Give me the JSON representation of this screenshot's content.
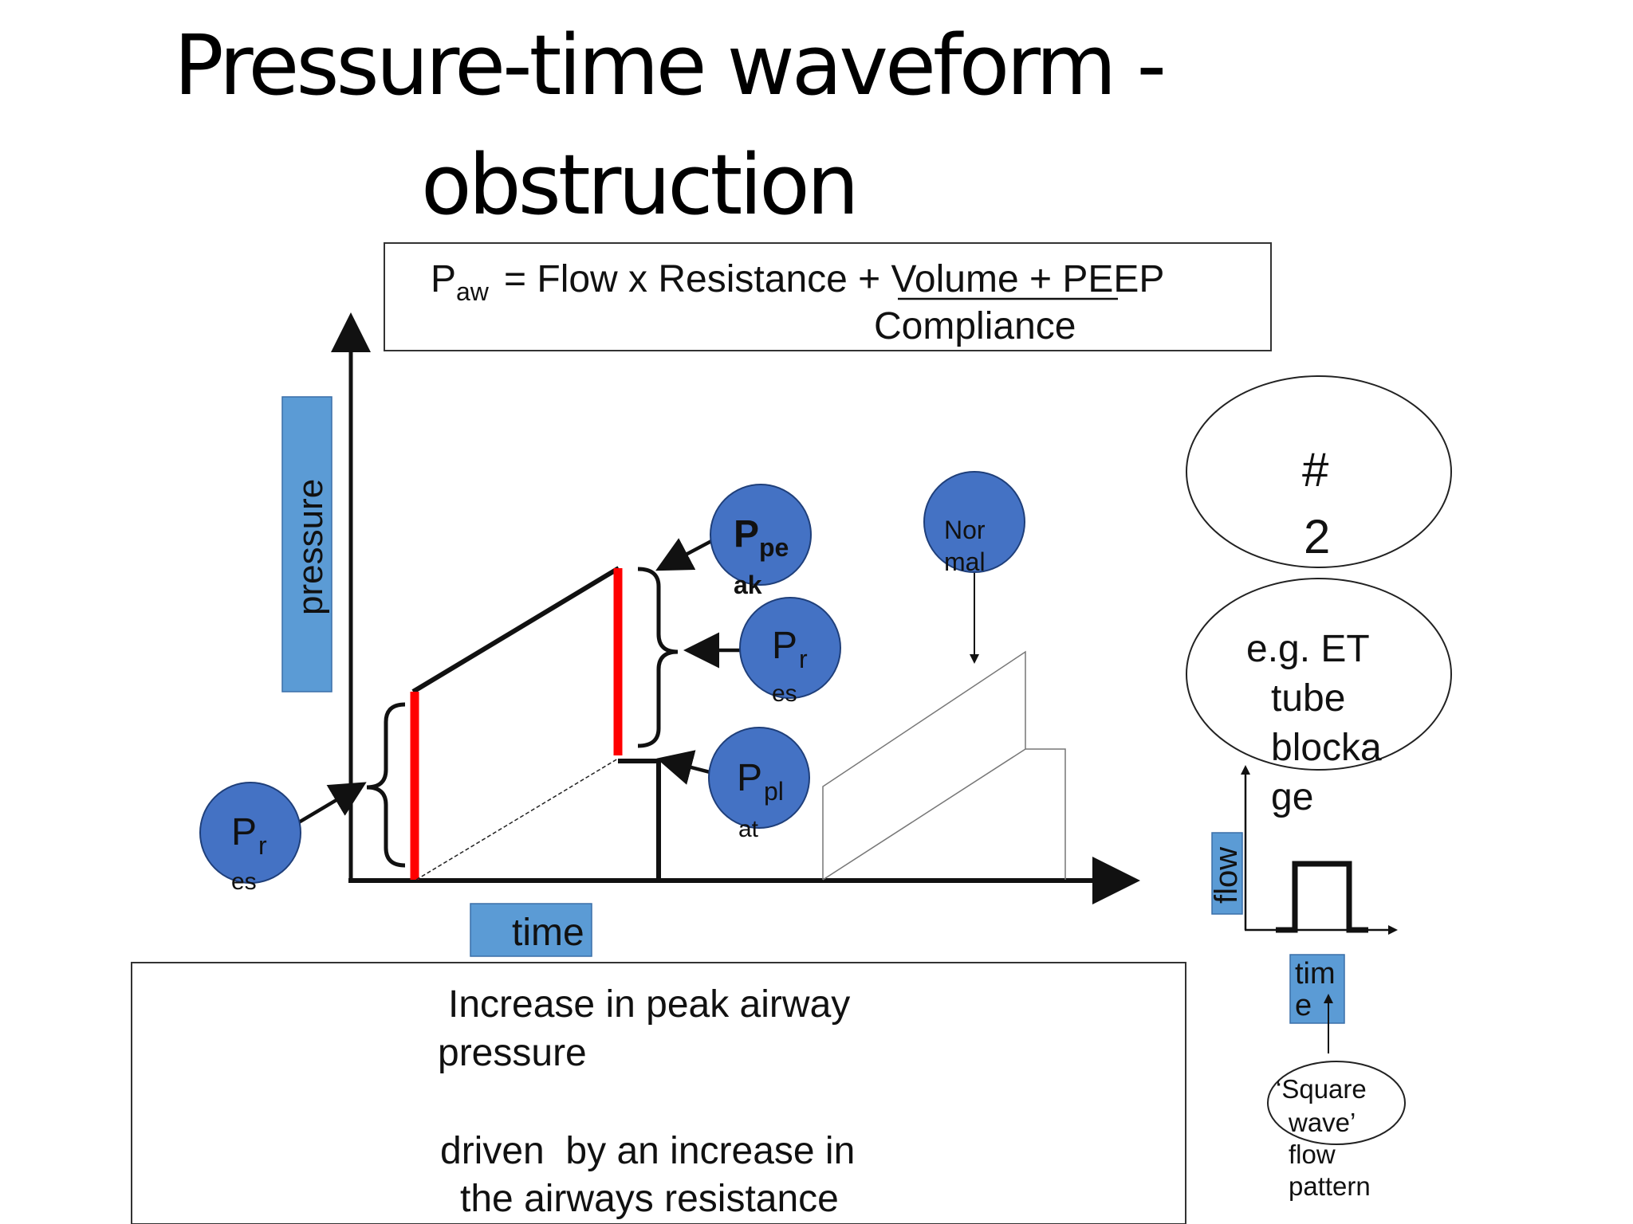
{
  "title": {
    "line1": "Pressure-time waveform -",
    "line2": "obstruction"
  },
  "equation": {
    "p": "P",
    "p_sub": "aw",
    "rest": "= Flow x Resistance + Volume + PEEP",
    "denominator": "Compliance"
  },
  "axes": {
    "y_label": "pressure",
    "x_label": "time"
  },
  "bubbles": {
    "peak_main": "P",
    "peak_sub": "pe",
    "peak_tail": "ak",
    "res_upper_main": "P",
    "res_upper_sub": "r",
    "res_upper_tail": "es",
    "plat_main": "P",
    "plat_sub": "pl",
    "plat_tail": "at",
    "res_lower_main": "P",
    "res_lower_sub": "r",
    "res_lower_tail": "es",
    "normal_line1": "Nor",
    "normal_line2": "mal"
  },
  "oval_number": {
    "line1": "#",
    "line2": "2"
  },
  "oval_example": {
    "line1": "e.g. ET",
    "line2": "tube",
    "line3": "blocka",
    "line4": "ge"
  },
  "flow_inset": {
    "y_label": "flow",
    "x_label_line1": "tim",
    "x_label_line2": "e",
    "note_line1": "‘Square",
    "note_line2": "wave’",
    "note_line3": "flow",
    "note_line4": "pattern"
  },
  "explanation": {
    "line1": "Increase in peak airway",
    "line2": "pressure",
    "line3": "driven  by an increase in",
    "line4": "the airways resistance"
  },
  "colors": {
    "label_box": "#5b9bd5",
    "bubble_fill": "#4472c4",
    "highlight": "#ff0000"
  }
}
